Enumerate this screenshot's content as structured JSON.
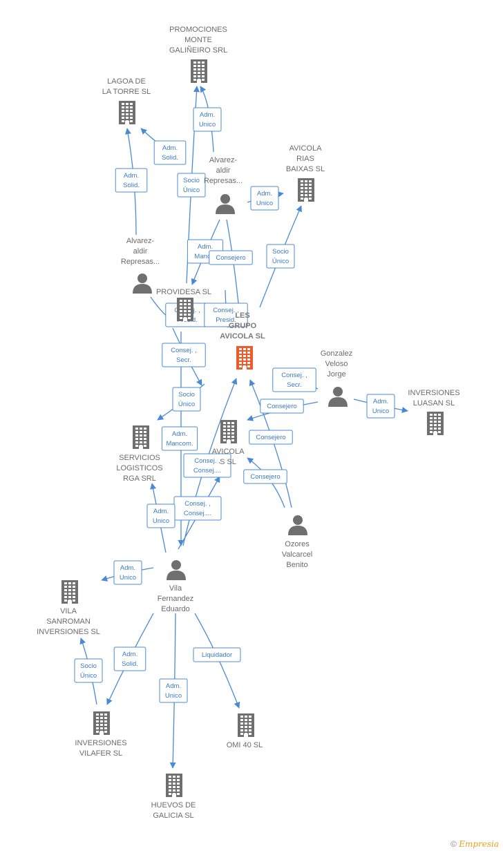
{
  "nodes": [
    {
      "id": "promociones",
      "type": "company",
      "lines": [
        "PROMOCIONES",
        "MONTE",
        "GALIÑEIRO SRL"
      ]
    },
    {
      "id": "lagoa",
      "type": "company",
      "lines": [
        "LAGOA DE",
        "LA TORRE  SL"
      ]
    },
    {
      "id": "alvarez1",
      "type": "person",
      "lines": [
        "Alvarez-",
        "aldir",
        "Represas..."
      ]
    },
    {
      "id": "avicola_rias",
      "type": "company",
      "lines": [
        "AVICOLA",
        "RIAS",
        "BAIXAS  SL"
      ]
    },
    {
      "id": "alvarez2",
      "type": "person",
      "lines": [
        "Alvarez-",
        "aldir",
        "Represas..."
      ]
    },
    {
      "id": "providesa",
      "type": "company",
      "lines": [
        "PROVIDESA SL"
      ]
    },
    {
      "id": "main",
      "type": "company",
      "main": true,
      "lines": [
        "LES",
        "GRUPO",
        "AVICOLA  SL"
      ]
    },
    {
      "id": "gonzalez",
      "type": "person",
      "lines": [
        "Gonzalez",
        "Veloso",
        "Jorge"
      ]
    },
    {
      "id": "luasan",
      "type": "company",
      "lines": [
        "INVERSIONES",
        "LUASAN  SL"
      ]
    },
    {
      "id": "servicios",
      "type": "company",
      "lines": [
        "SERVICIOS",
        "LOGISTICOS",
        "RGA SRL"
      ]
    },
    {
      "id": "avicola_s",
      "type": "company",
      "lines": [
        "AVICOLA",
        "S SL"
      ]
    },
    {
      "id": "ozores",
      "type": "person",
      "lines": [
        "Ozores",
        "Valcarcel",
        "Benito"
      ]
    },
    {
      "id": "vila",
      "type": "person",
      "lines": [
        "Vila",
        "Fernandez",
        "Eduardo"
      ]
    },
    {
      "id": "vila_sanroman",
      "type": "company",
      "lines": [
        "VILA",
        "SANROMAN",
        "INVERSIONES SL"
      ]
    },
    {
      "id": "vilafer",
      "type": "company",
      "lines": [
        "INVERSIONES",
        "VILAFER  SL"
      ]
    },
    {
      "id": "omi",
      "type": "company",
      "lines": [
        "OMI 40  SL"
      ]
    },
    {
      "id": "huevos",
      "type": "company",
      "lines": [
        "HUEVOS DE",
        "GALICIA SL"
      ]
    }
  ],
  "edges": [
    {
      "id": "e1",
      "lines": [
        "Adm.",
        "Unico"
      ]
    },
    {
      "id": "e2",
      "lines": [
        "Adm.",
        "Solid."
      ]
    },
    {
      "id": "e3",
      "lines": [
        "Adm.",
        "Solid."
      ]
    },
    {
      "id": "e4",
      "lines": [
        "Socio",
        "Único"
      ]
    },
    {
      "id": "e5",
      "lines": [
        "Adm.",
        "Unico"
      ]
    },
    {
      "id": "e6",
      "lines": [
        "Socio",
        "Único"
      ]
    },
    {
      "id": "e7",
      "lines": [
        "Adm.",
        "Manc..."
      ]
    },
    {
      "id": "e8",
      "lines": [
        "Consejero"
      ]
    },
    {
      "id": "e9",
      "lines": [
        "Consej. ,",
        "Presid."
      ]
    },
    {
      "id": "e10",
      "lines": [
        "Consej. ,",
        "Presid."
      ]
    },
    {
      "id": "e11",
      "lines": [
        "Consej. ,",
        "Secr."
      ]
    },
    {
      "id": "e12",
      "lines": [
        "Consej. ,",
        "Secr."
      ]
    },
    {
      "id": "e13",
      "lines": [
        "Consejero"
      ]
    },
    {
      "id": "e14",
      "lines": [
        "Adm.",
        "Unico"
      ]
    },
    {
      "id": "e15",
      "lines": [
        "Socio",
        "Único"
      ]
    },
    {
      "id": "e16",
      "lines": [
        "Adm.",
        "Mancom."
      ]
    },
    {
      "id": "e17",
      "lines": [
        "Consejero"
      ]
    },
    {
      "id": "e18",
      "lines": [
        "Consej. ,",
        "Consej...."
      ]
    },
    {
      "id": "e19",
      "lines": [
        "Consejero"
      ]
    },
    {
      "id": "e20",
      "lines": [
        "Consej. ,",
        "Consej...."
      ]
    },
    {
      "id": "e21",
      "lines": [
        "Adm.",
        "Unico"
      ]
    },
    {
      "id": "e22",
      "lines": [
        "Adm.",
        "Unico"
      ]
    },
    {
      "id": "e23",
      "lines": [
        "Socio",
        "Único"
      ]
    },
    {
      "id": "e24",
      "lines": [
        "Adm.",
        "Solid."
      ]
    },
    {
      "id": "e25",
      "lines": [
        "Adm.",
        "Unico"
      ]
    },
    {
      "id": "e26",
      "lines": [
        "Liquidador"
      ]
    }
  ],
  "colors": {
    "edge": "#4a8ad4",
    "company": "#6f6f6f",
    "main_company": "#f05a28",
    "person": "#6f6f6f"
  },
  "footer": {
    "copyright": "©",
    "brand": "Empresia"
  }
}
